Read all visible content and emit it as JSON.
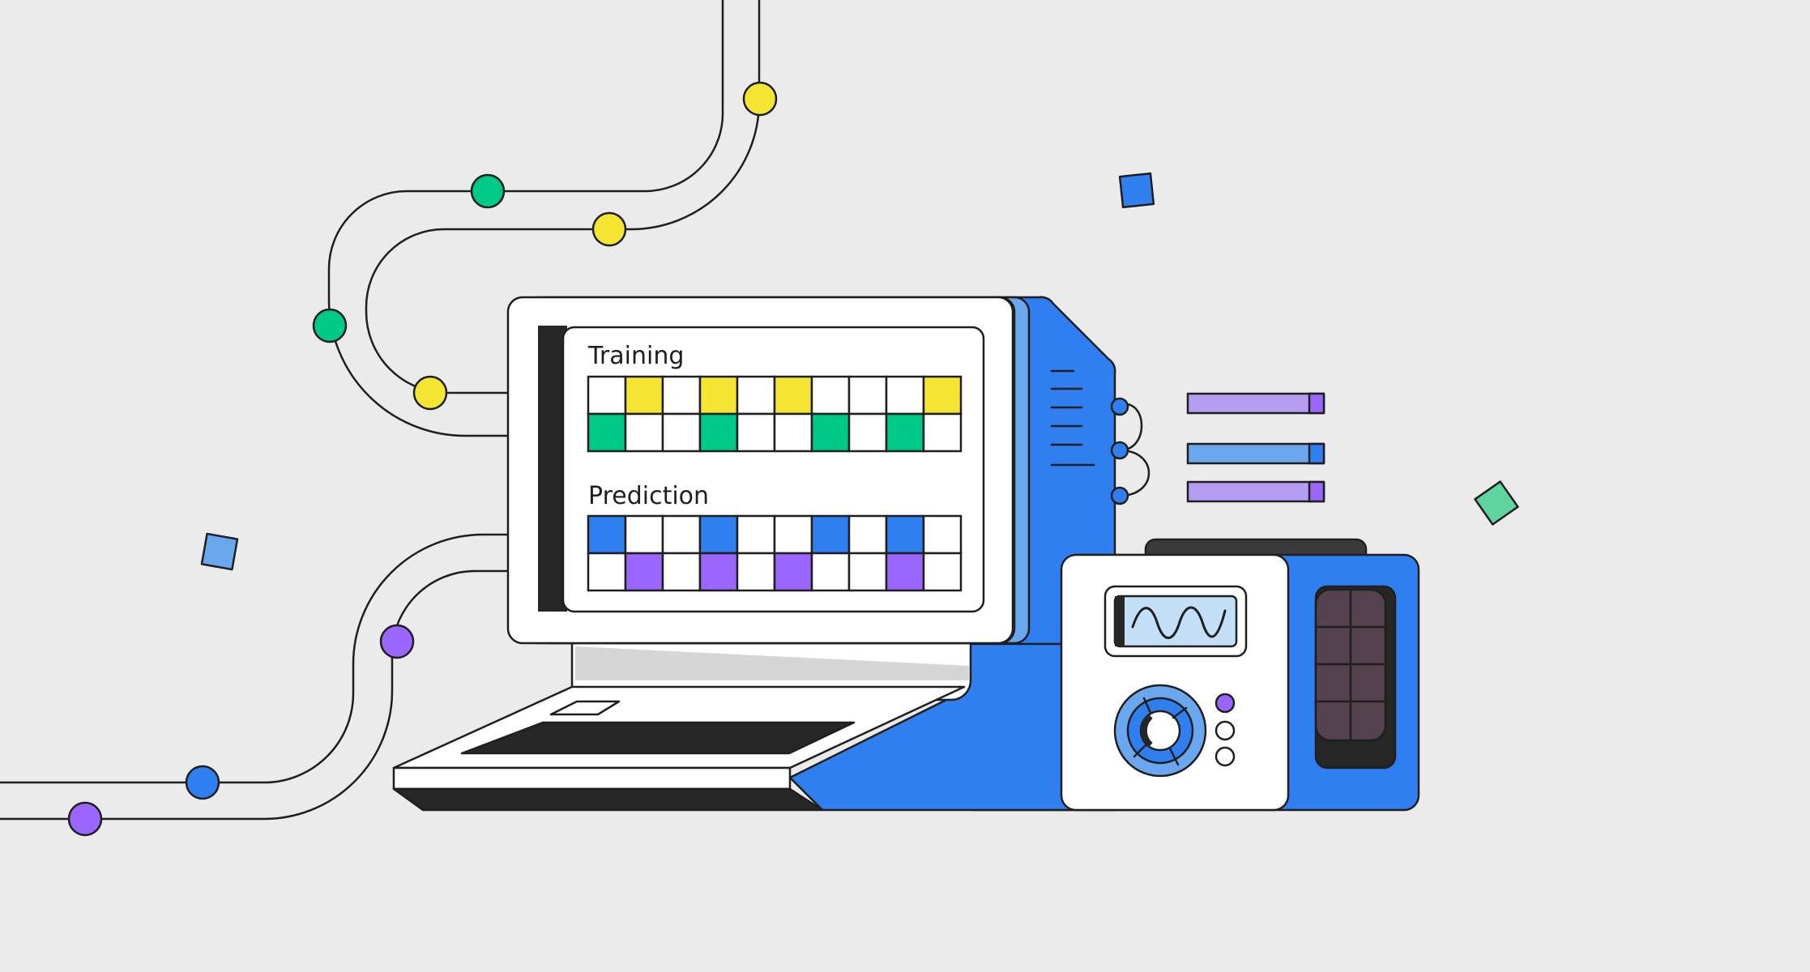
{
  "screen": {
    "training_label": "Training",
    "prediction_label": "Prediction",
    "training_rows": [
      [
        "white",
        "yellow",
        "white",
        "yellow",
        "white",
        "yellow",
        "white",
        "white",
        "white",
        "yellow"
      ],
      [
        "green",
        "white",
        "white",
        "green",
        "white",
        "white",
        "green",
        "white",
        "green",
        "white"
      ]
    ],
    "prediction_rows": [
      [
        "blue",
        "white",
        "white",
        "blue",
        "white",
        "white",
        "blue",
        "white",
        "blue",
        "white"
      ],
      [
        "white",
        "purple",
        "white",
        "purple",
        "white",
        "purple",
        "white",
        "white",
        "purple",
        "white"
      ]
    ]
  },
  "colors": {
    "background": "#ebebeb",
    "outline": "#1f1f1f",
    "machine_blue": "#2f7ff0",
    "white": "#ffffff",
    "yellow": "#f5e633",
    "green": "#00c886",
    "blue": "#2f7ff0",
    "purple": "#9b66ff",
    "light_purple": "#b49cf0",
    "light_blue": "#6aa7ee",
    "dark_grey": "#262626",
    "keypad_purple": "#54434f"
  },
  "icons": {
    "sine_wave": "sine-wave-icon",
    "dial": "dial-icon",
    "data_node": "data-node-icon"
  }
}
